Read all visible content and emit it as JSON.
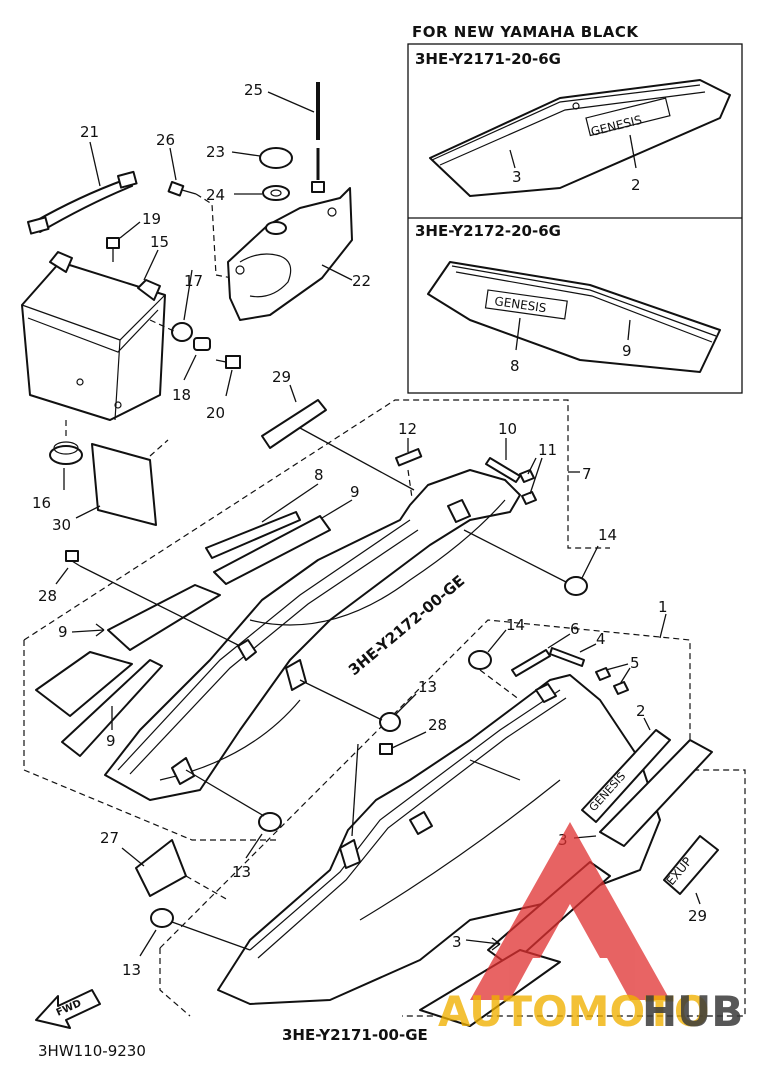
{
  "inset": {
    "title": "FOR NEW YAMAHA BLACK",
    "panel_top_code": "3HE-Y2171-20-6G",
    "panel_bottom_code": "3HE-Y2172-20-6G",
    "emblem_text": "GENESIS"
  },
  "codes": {
    "right_cover": "3HE-Y2172-00-GE",
    "left_cover": "3HE-Y2171-00-GE",
    "diagram_id": "3HW110-9230"
  },
  "fwd_label": "FWD",
  "exup_text": "EXUP",
  "callouts": {
    "c1": "1",
    "c2": "2",
    "c3": "3",
    "c4": "4",
    "c5": "5",
    "c6": "6",
    "c7": "7",
    "c8": "8",
    "c9": "9",
    "c10": "10",
    "c11": "11",
    "c12": "12",
    "c13": "13",
    "c14": "14",
    "c15": "15",
    "c16": "16",
    "c17": "17",
    "c18": "18",
    "c19": "19",
    "c20": "20",
    "c21": "21",
    "c22": "22",
    "c23": "23",
    "c24": "24",
    "c25": "25",
    "c26": "26",
    "c27": "27",
    "c28": "28",
    "c29": "29",
    "c30": "30"
  },
  "watermark": {
    "part1": "AUTOMOTO",
    "part2": "HUB",
    "color_triangle": "#e03030",
    "color_part1": "#f0b000",
    "color_part2": "#3a3a3a"
  }
}
